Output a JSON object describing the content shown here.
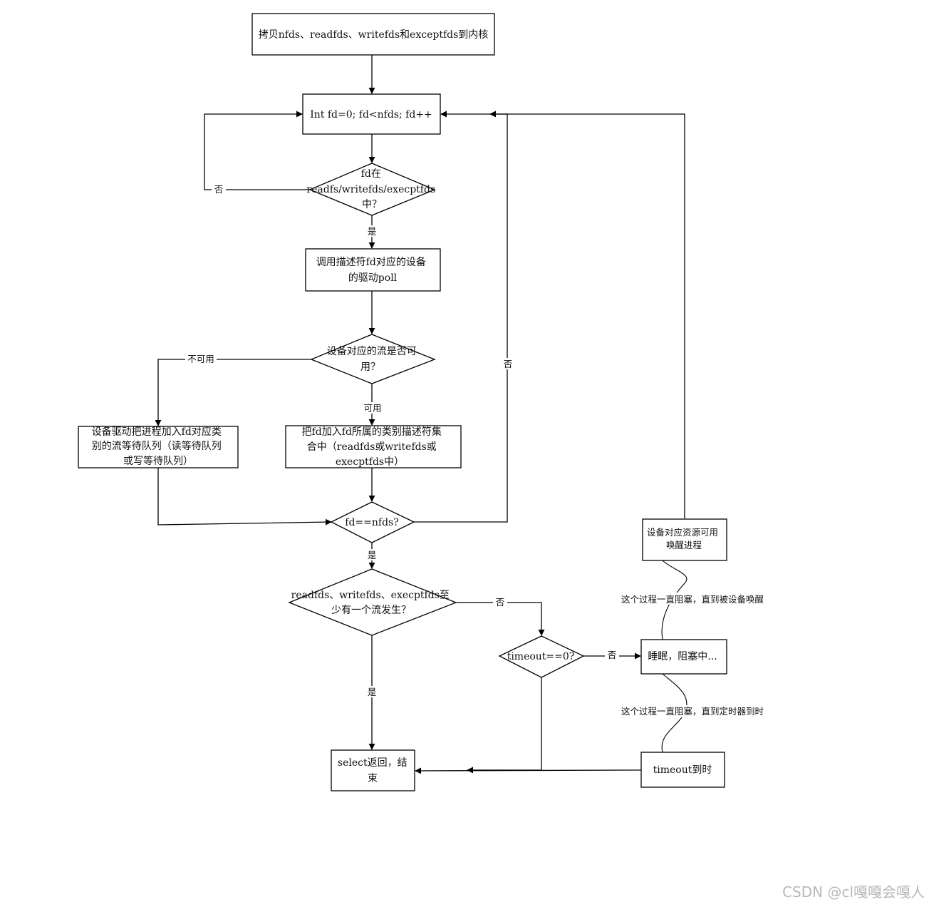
{
  "nodes": {
    "copy": {
      "lines": [
        "拷贝nfds、readfds、writefds和exceptfds到内核"
      ]
    },
    "loop": {
      "lines": [
        "Int fd=0; fd<nfds; fd++"
      ]
    },
    "in_set": {
      "lines": [
        "fd在",
        "readfs/writefds/execptfds",
        "中？"
      ]
    },
    "call_poll": {
      "lines": [
        "调用描述符fd对应的设备",
        "的驱动poll"
      ]
    },
    "stream_avail": {
      "lines": [
        "设备对应的流是否可",
        "用？"
      ]
    },
    "add_wait": {
      "lines": [
        "设备驱动把进程加入fd对应类",
        "别的流等待队列（读等待队列",
        "或写等待队列）"
      ]
    },
    "add_set": {
      "lines": [
        "把fd加入fd所属的类别描述符集",
        "合中（readfds或writefds或",
        "execptfds中）"
      ]
    },
    "fd_eq": {
      "lines": [
        "fd==nfds?"
      ]
    },
    "any_stream": {
      "lines": [
        "readfds、writefds、execptfds至",
        "少有一个流发生？"
      ]
    },
    "timeout_zero": {
      "lines": [
        "timeout==0?"
      ]
    },
    "sleep": {
      "lines": [
        "睡眠，阻塞中..."
      ]
    },
    "wake": {
      "lines": [
        "设备对应资源可用",
        "唤醒进程"
      ]
    },
    "timeout_due": {
      "lines": [
        "timeout到时"
      ]
    },
    "select_return": {
      "lines": [
        "select返回，结",
        "束"
      ]
    }
  },
  "edge_labels": {
    "no": "否",
    "yes": "是",
    "unavailable": "不可用",
    "available": "可用"
  },
  "notes": {
    "blocked_until_device": "这个过程一直阻塞，直到被设备唤醒",
    "blocked_until_timer": "这个过程一直阻塞，直到定时器到时"
  },
  "watermark": "CSDN @cl嘎嘎会嘎人"
}
